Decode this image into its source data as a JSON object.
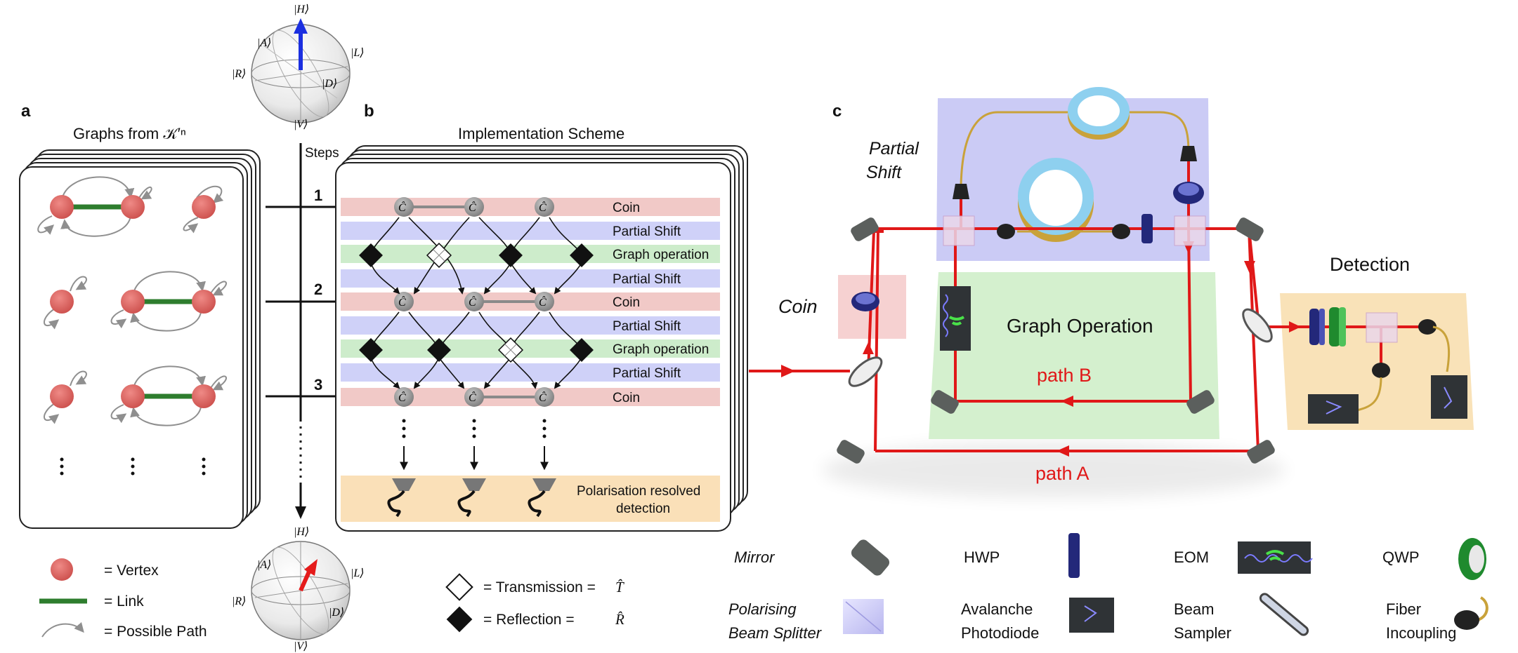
{
  "panels": {
    "a": "a",
    "b": "b",
    "c": "c"
  },
  "panel_a": {
    "title": "Graphs from 𝒦′ⁿ",
    "steps_label": "Steps",
    "step_numbers": [
      "1",
      "2",
      "3"
    ],
    "legend": {
      "vertex": "= Vertex",
      "link": "= Link",
      "path": "= Possible Path"
    },
    "colors": {
      "vertex": "#d9625f",
      "link": "#2e7d2e",
      "arrow": "#909090"
    }
  },
  "bloch": {
    "H": "|H⟩",
    "V": "|V⟩",
    "A": "|A⟩",
    "D": "|D⟩",
    "L": "|L⟩",
    "R": "|R⟩",
    "colors": {
      "top_arrow": "#1b2fe0",
      "bottom_arrow": "#e51b1b"
    }
  },
  "panel_b": {
    "title": "Implementation Scheme",
    "coin_op": "Ĉ",
    "bands": [
      {
        "label": "Coin",
        "kind": "coin"
      },
      {
        "label": "Partial Shift",
        "kind": "shift"
      },
      {
        "label": "Graph operation",
        "kind": "graph"
      },
      {
        "label": "Partial Shift",
        "kind": "shift"
      },
      {
        "label": "Coin",
        "kind": "coin"
      },
      {
        "label": "Partial Shift",
        "kind": "shift"
      },
      {
        "label": "Graph operation",
        "kind": "graph"
      },
      {
        "label": "Partial Shift",
        "kind": "shift"
      },
      {
        "label": "Coin",
        "kind": "coin"
      }
    ],
    "detection": [
      "Polarisation resolved",
      "detection"
    ],
    "legend": {
      "transmission": "=  Transmission  =",
      "transmission_op": "T̂",
      "reflection": "=     Reflection     =",
      "reflection_op": "R̂"
    },
    "colors": {
      "coin": "#f1c9c7",
      "shift": "#cfd1f8",
      "graph": "#cdeccb",
      "detection": "#f9ddb0"
    }
  },
  "panel_c": {
    "labels": {
      "partial_shift": [
        "Partial",
        "Shift"
      ],
      "coin": "Coin",
      "graph_operation": "Graph Operation",
      "detection": "Detection",
      "path_a": "path A",
      "path_b": "path B"
    },
    "optics_legend": [
      {
        "label": [
          "Mirror"
        ],
        "icon": "mirror-icon"
      },
      {
        "label": [
          "HWP"
        ],
        "icon": "hwp-icon"
      },
      {
        "label": [
          "EOM"
        ],
        "icon": "eom-icon"
      },
      {
        "label": [
          "QWP"
        ],
        "icon": "qwp-icon"
      },
      {
        "label": [
          "Polarising",
          "Beam Splitter"
        ],
        "icon": "pbs-icon"
      },
      {
        "label": [
          "Avalanche",
          "Photodiode"
        ],
        "icon": "apd-icon"
      },
      {
        "label": [
          "Beam",
          "Sampler"
        ],
        "icon": "beam-sampler-icon"
      },
      {
        "label": [
          "Fiber",
          "Incoupling"
        ],
        "icon": "fiber-incoupling-icon"
      }
    ],
    "colors": {
      "beam": "#e01818",
      "shift_box": "#b9b9f2",
      "graph_box": "#cfeec9",
      "coin_box": "#f4c9c9",
      "detection_box": "#f8dfb0",
      "hwp": "#23287a",
      "qwp": "#1f8a2e",
      "fiber": "#c9a23a",
      "fiber_loop": "#8ed0ef"
    }
  }
}
